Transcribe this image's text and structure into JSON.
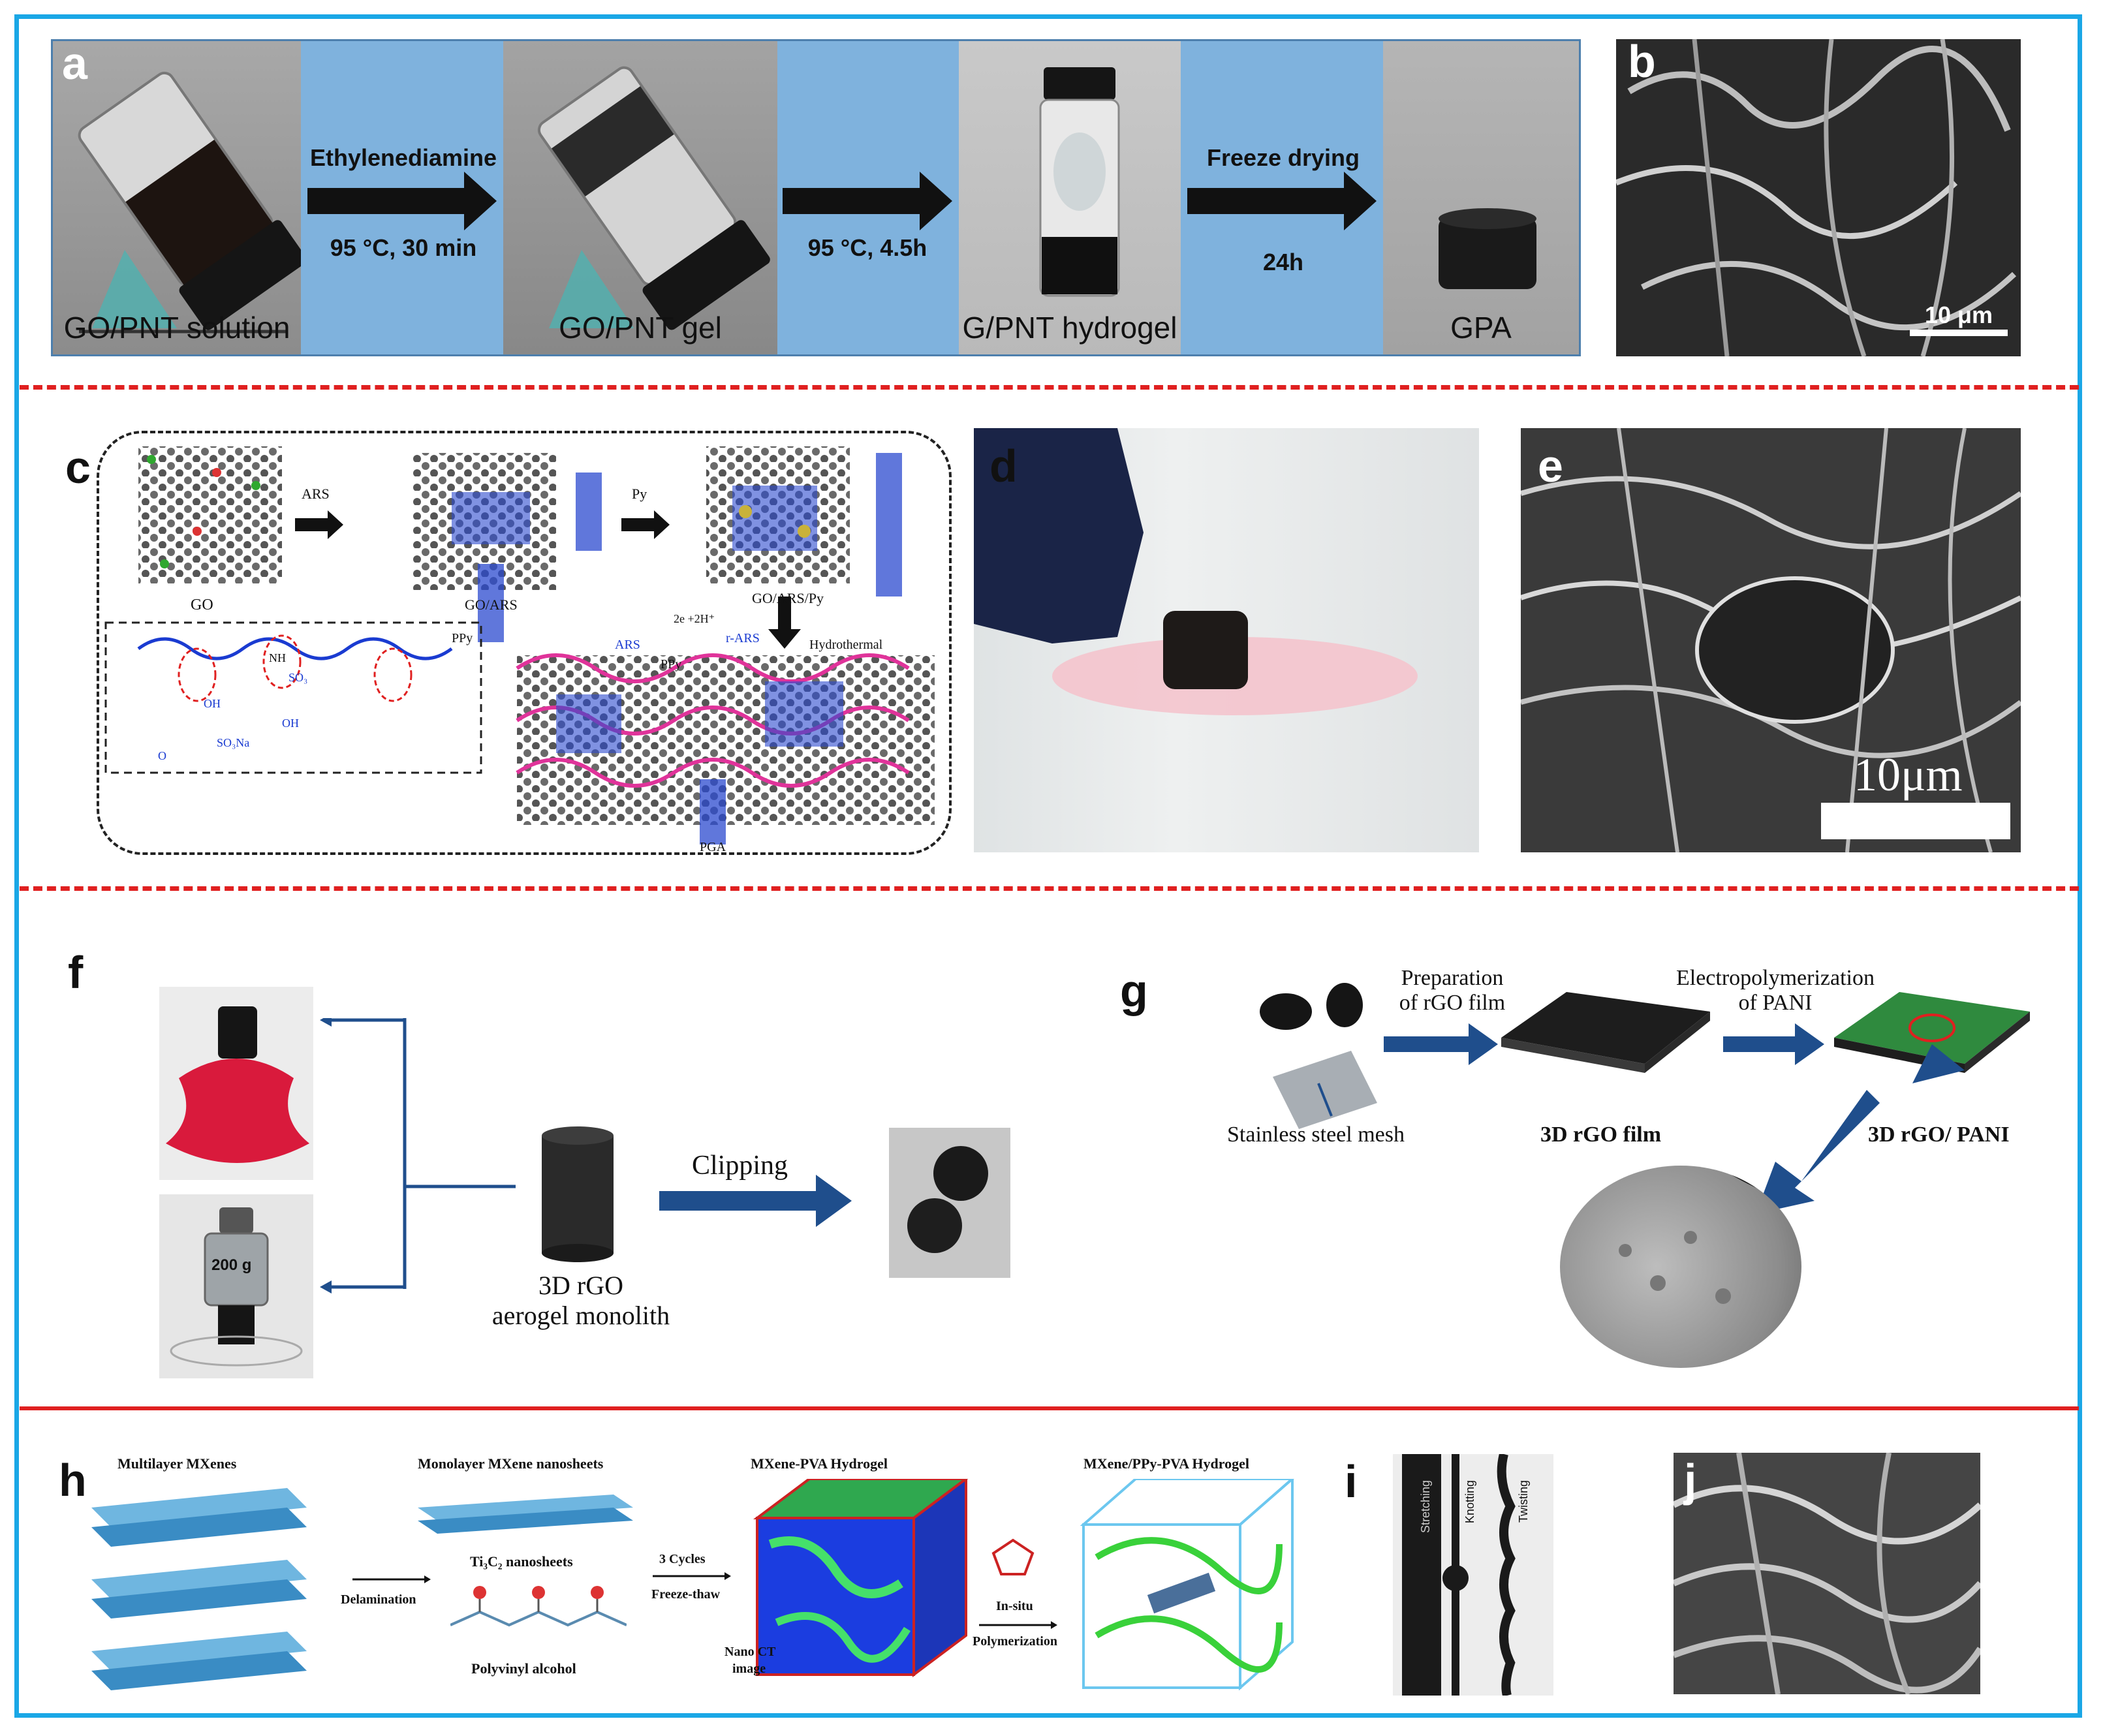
{
  "panel_labels": {
    "a": "a",
    "b": "b",
    "c": "c",
    "d": "d",
    "e": "e",
    "f": "f",
    "g": "g",
    "h": "h",
    "i": "i",
    "j": "j"
  },
  "panel_a": {
    "captions": [
      "GO/PNT solution",
      "GO/PNT gel",
      "G/PNT hydrogel",
      "GPA"
    ],
    "arrows": [
      {
        "top": "Ethylenediamine",
        "bottom": "95 °C, 30 min"
      },
      {
        "top": "",
        "bottom": "95 °C, 4.5h"
      },
      {
        "top": "Freeze drying",
        "bottom": "24h"
      }
    ]
  },
  "panel_b": {
    "scale": "10 μm"
  },
  "panel_c": {
    "labels": {
      "go": "GO",
      "ars_reagent": "ARS",
      "go_ars": "GO/ARS",
      "py": "Py",
      "go_ars_py": "GO/ARS/Py",
      "hydrothermal": "Hydrothermal",
      "redox": "2e +2H⁺",
      "ars": "ARS",
      "r_ars": "r-ARS",
      "ppy_arrow": "PPy",
      "ppy": "PPy",
      "pga": "PGA"
    },
    "formula": {
      "oh1": "OH",
      "oh2": "OH",
      "so3na": "SO₃Na",
      "o": "O",
      "nh": "NH",
      "so3": "SO₃"
    }
  },
  "panel_e": {
    "scale": "10μm"
  },
  "panel_f": {
    "clipping": "Clipping",
    "monolith_line1": "3D rGO",
    "monolith_line2": "aerogel monolith",
    "weight": "200 g"
  },
  "panel_g": {
    "step1_line1": "Preparation",
    "step1_line2": "of rGO film",
    "step2_line1": "Electropolymerization",
    "step2_line2": "of PANI",
    "mesh": "Stainless steel mesh",
    "film": "3D rGO film",
    "final": "3D rGO/ PANI"
  },
  "panel_h": {
    "multilayer": "Multilayer MXenes",
    "monolayer": "Monolayer MXene nanosheets",
    "mxene_pva": "MXene-PVA Hydrogel",
    "mxene_ppy": "MXene/PPy-PVA Hydrogel",
    "delamination": "Delamination",
    "ti3c2": "Ti₃C₂ nanosheets",
    "pva": "Polyvinyl alcohol",
    "cycles": "3 Cycles",
    "freeze": "Freeze-thaw",
    "nanoct1": "Nano CT",
    "nanoct2": "image",
    "insitu1": "In-situ",
    "insitu2": "Polymerization"
  },
  "panel_i": {
    "stretching": "Stretching",
    "knotting": "Knotting",
    "twisting": "Twisting"
  },
  "colors": {
    "frame": "#1aa7e6",
    "divider": "#e02020",
    "arrow_blue": "#1f4e8c",
    "pink": "#e0339a",
    "ppy_blue": "#1a3bd1"
  }
}
